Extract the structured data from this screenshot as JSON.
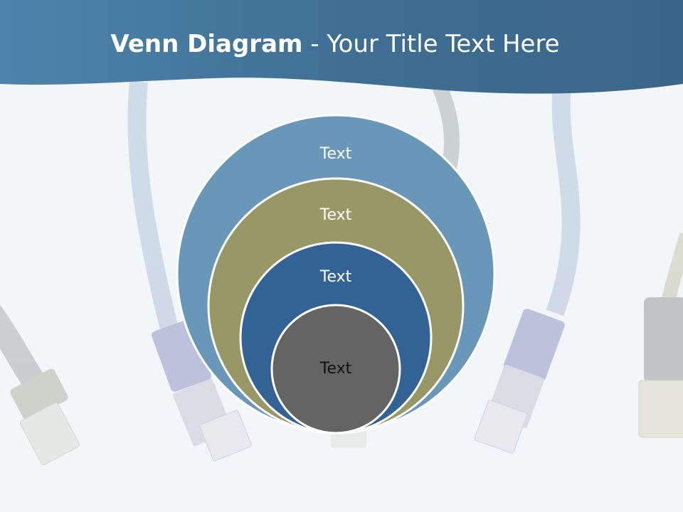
{
  "title": {
    "bold": "Venn Diagram",
    "rest": " - Your Title Text Here"
  },
  "colors": {
    "header": "#3f6f94",
    "background": "#f2f6f8",
    "ring_outer": "#6897b8",
    "ring_second": "#979865",
    "ring_third": "#336395",
    "ring_inner": "#646464"
  },
  "diagram": {
    "rings": [
      {
        "label": "Text",
        "color": "#6897b8",
        "text_color": "#ffffff"
      },
      {
        "label": "Text",
        "color": "#979865",
        "text_color": "#ffffff"
      },
      {
        "label": "Text",
        "color": "#336395",
        "text_color": "#ffffff"
      },
      {
        "label": "Text",
        "color": "#646464",
        "text_color": "#111111"
      }
    ]
  },
  "background_image": "network-cables"
}
